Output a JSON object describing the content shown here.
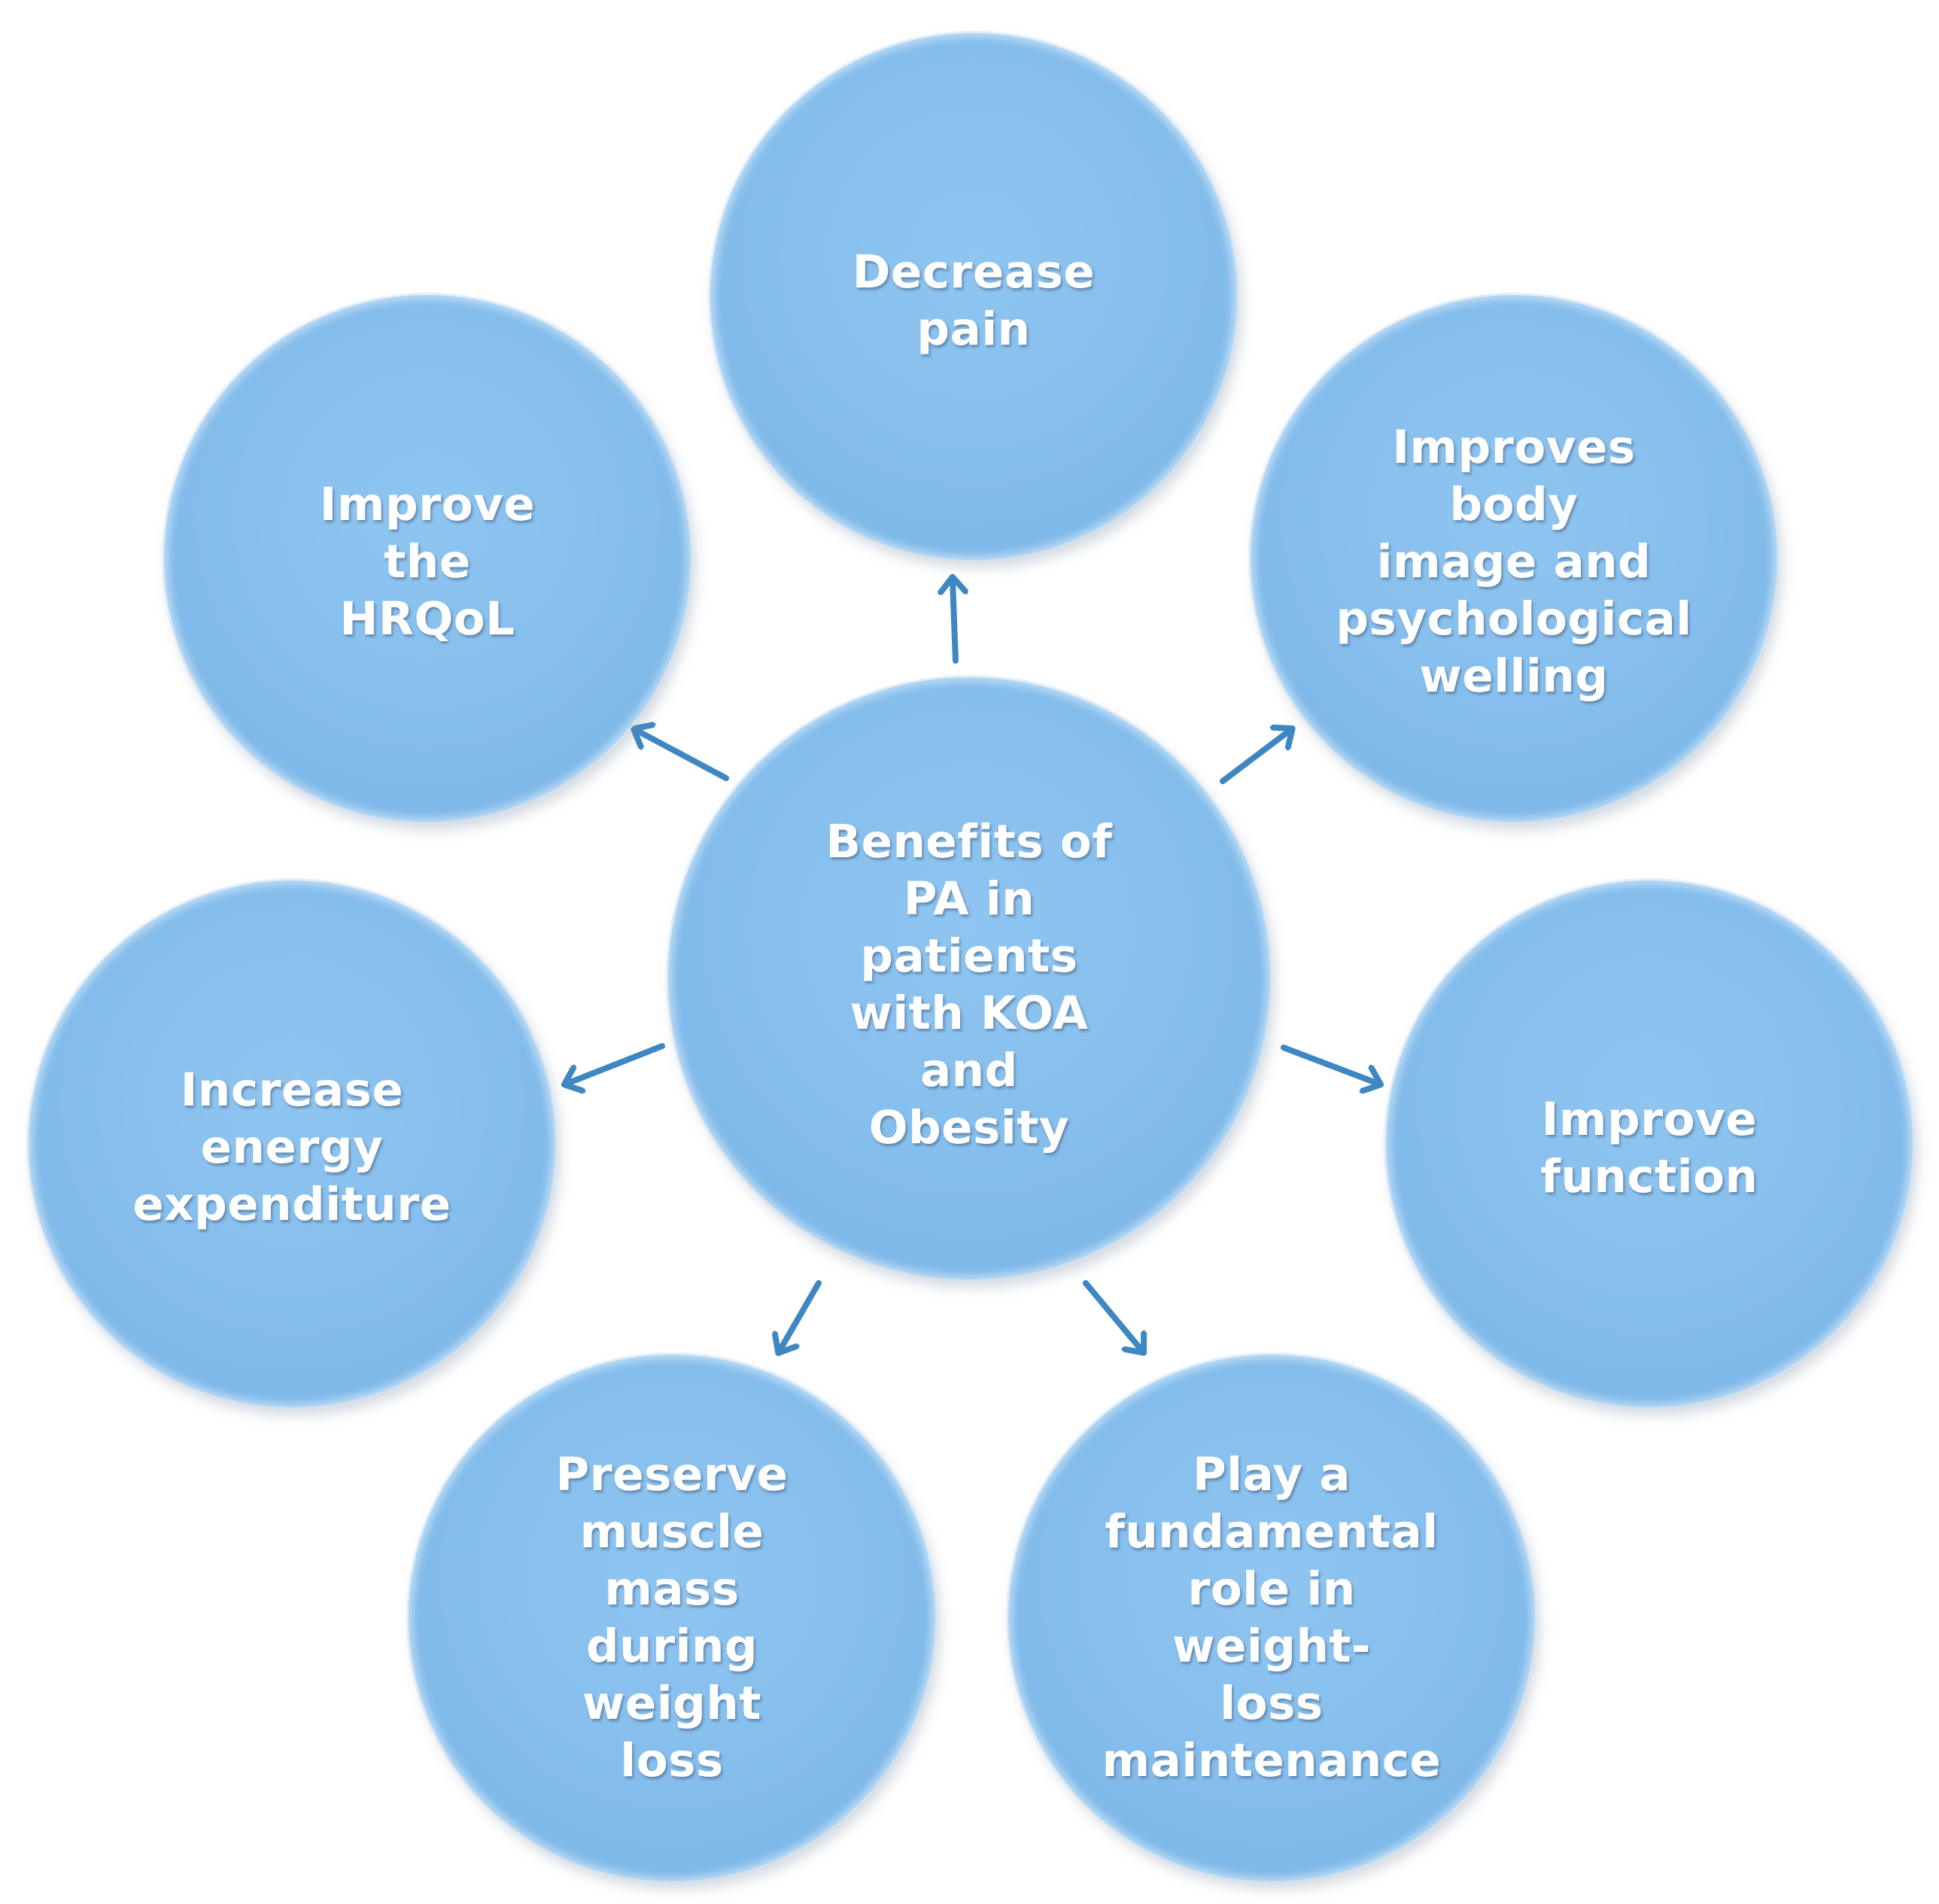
{
  "center": {
    "lines": [
      "Benefits of PA in",
      "patients with KOA",
      "and Obesity"
    ]
  },
  "outcomes": [
    {
      "id": "decrease-pain",
      "lines": [
        "Decrease pain"
      ]
    },
    {
      "id": "improves-body-image",
      "lines": [
        "Improves body",
        "image and",
        "psychological",
        "welling"
      ]
    },
    {
      "id": "improve-function",
      "lines": [
        "Improve",
        "function"
      ]
    },
    {
      "id": "weight-loss-maintenance",
      "lines": [
        "Play a",
        "fundamental",
        "role in weight-",
        "loss",
        "maintenance"
      ]
    },
    {
      "id": "preserve-muscle-mass",
      "lines": [
        "Preserve muscle",
        "mass during",
        "weight loss"
      ]
    },
    {
      "id": "increase-energy-expenditure",
      "lines": [
        "Increase energy",
        "expenditure"
      ]
    },
    {
      "id": "improve-hrqol",
      "lines": [
        "Improve the",
        "HRQoL"
      ]
    }
  ],
  "colors": {
    "bubble_fill": "#84bdec",
    "arrow": "#3e87c2",
    "text": "#ffffff"
  }
}
